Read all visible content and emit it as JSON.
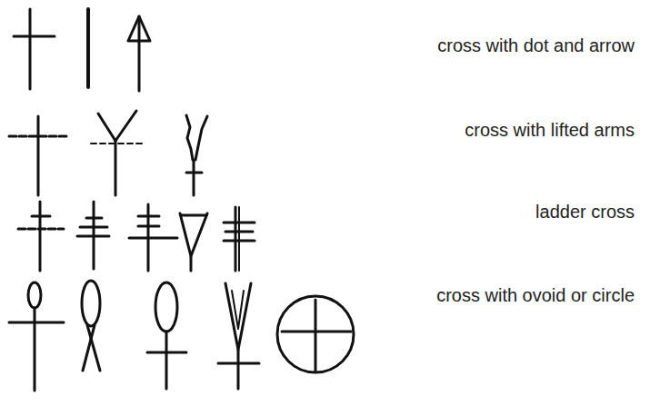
{
  "diagram": {
    "labels": [
      "cross with dot and arrow",
      "cross with lifted arms",
      "ladder cross",
      "cross with ovoid or circle"
    ]
  }
}
